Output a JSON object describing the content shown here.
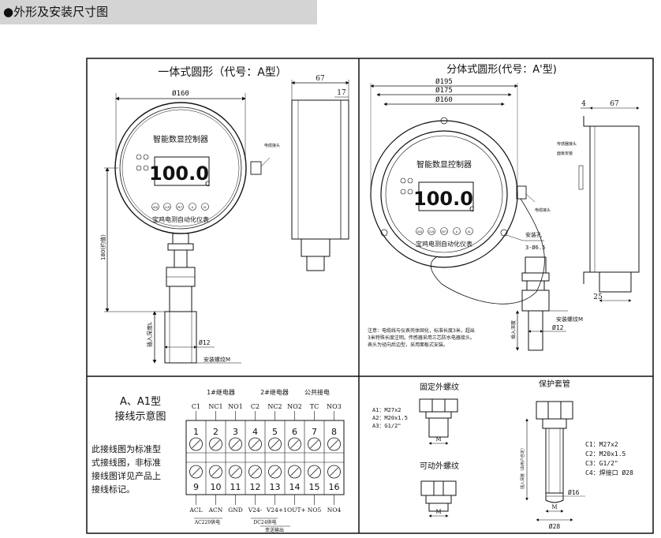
{
  "header": {
    "title": "●外形及安装尺寸图"
  },
  "panel_one": {
    "title": "一体式圆形（代号：A型）",
    "dim_diameter": "Ø160",
    "dim_depth": "67",
    "dim_front": "17",
    "dim_height": "180(约值)",
    "dim_insert": "插入深度L",
    "dim_probe": "Ø12",
    "dim_thread": "安装螺纹M",
    "dim_cable": "电缆接头",
    "device": {
      "name": "智能数显控制器",
      "reading": "100.0",
      "unit": "C",
      "buttons": [
        "ADJ",
        "CLR",
        "SET",
        "A",
        "SL"
      ],
      "maker": "宝鸡电测自动化仪表"
    }
  },
  "panel_two": {
    "title": "分体式圆形(代号：A'型)",
    "dim_d1": "Ø195",
    "dim_d2": "Ø175",
    "dim_d3": "Ø160",
    "dim_side_a": "4",
    "dim_side_b": "67",
    "dim_gap": "25",
    "cable_label": "电缆接头",
    "mount_holes": "安装孔",
    "mount_spec": "3-Ø6.5",
    "dim_thread": "安装螺纹M",
    "dim_probe": "Ø12",
    "dim_insert": "插入深度",
    "sensor_label": "传感器接头",
    "panel_label": "面板安装",
    "note": [
      "注意：电缆线与仪表壳体固化，标准长度3米，超出",
      "3米特殊长度注明。传感器采用三芯防水电器接头。",
      "表头为径向后边型，采用面板式安装。"
    ],
    "device": {
      "name": "智能数显控制器",
      "reading": "100.0",
      "unit": "C",
      "buttons": [
        "ADJ",
        "CLR",
        "SET",
        "A",
        "SL"
      ],
      "maker": "宝鸡电测自动化仪表"
    }
  },
  "panel_three": {
    "title_line1": "A、A1型",
    "title_line2": "接线示意图",
    "group_relay1": "1#继电器",
    "group_relay2": "2#继电器",
    "group_common": "公共接电",
    "top_labels": [
      "C1",
      "NC1",
      "NO1",
      "C2",
      "NC2",
      "NO2",
      "TC",
      "NO3"
    ],
    "top_numbers": [
      "1",
      "2",
      "3",
      "4",
      "5",
      "6",
      "7",
      "8"
    ],
    "bottom_numbers": [
      "9",
      "10",
      "11",
      "12",
      "13",
      "14",
      "15",
      "16"
    ],
    "bottom_labels": [
      "ACL",
      "ACN",
      "GND",
      "V24-",
      "V24+",
      "1OUT+",
      "NO5",
      "NO4"
    ],
    "label_ac": "AC220供电",
    "label_dc": "DC24供电",
    "label_out": "变送输出",
    "desc": [
      "此接线图为标准型",
      "式接线图，非标准",
      "接线图详见产品上",
      "接线标记。"
    ]
  },
  "panel_four": {
    "fixed_title": "固定外螺纹",
    "fixed_specs": [
      "A1：M27x2",
      "A2：M20x1.5",
      "A3：G1/2\""
    ],
    "fixed_m": "M",
    "movable_title": "可动外螺纹",
    "movable_m": "M",
    "sleeve_title": "保护套管",
    "sleeve_specs": [
      "C1：M27x2",
      "C2：M20x1.5",
      "C3：G1/2\"",
      "C4：焊接口 Ø28"
    ],
    "sleeve_insert": "插入深度（由用户自定）",
    "sleeve_d16": "Ø16",
    "sleeve_m": "M",
    "sleeve_d28": "Ø28"
  }
}
